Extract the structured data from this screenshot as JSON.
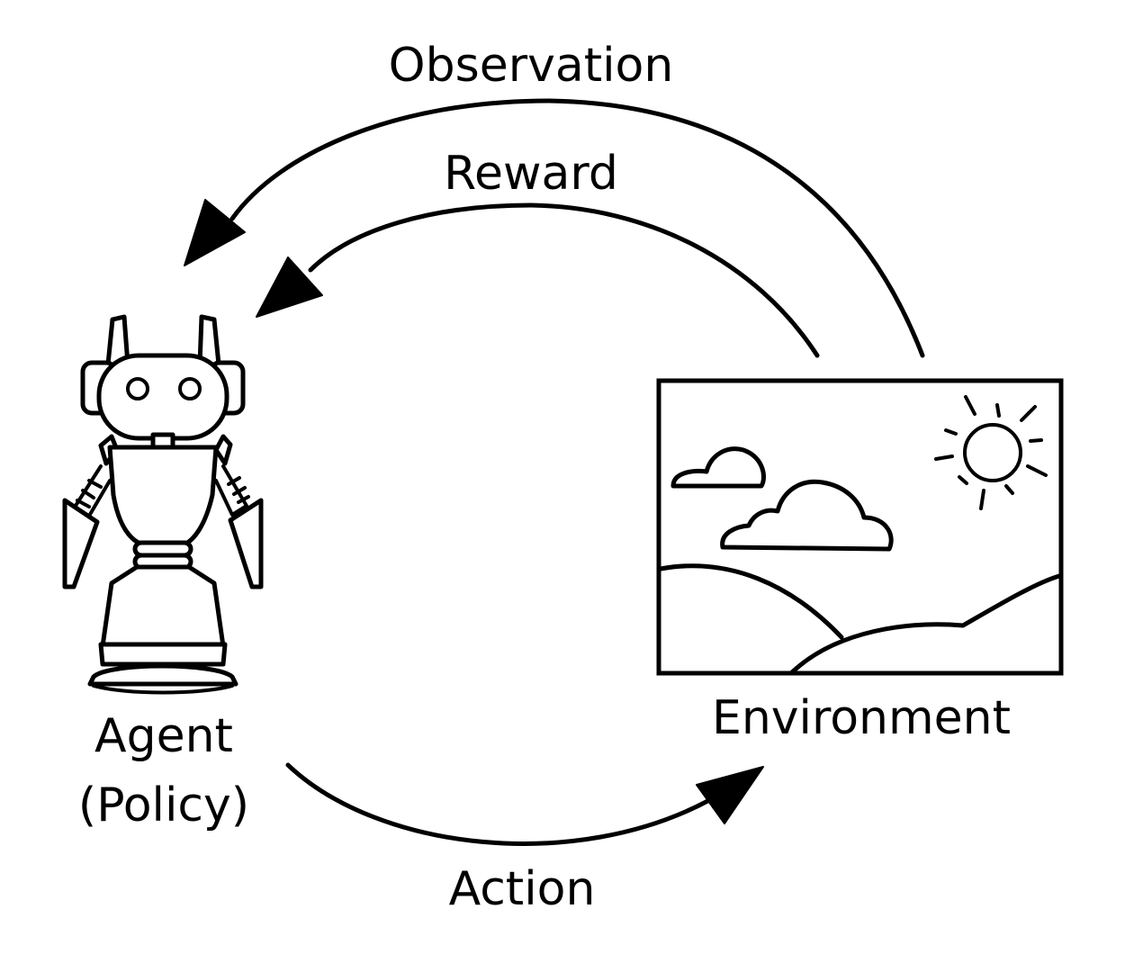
{
  "labels": {
    "observation": "Observation",
    "reward": "Reward",
    "action": "Action",
    "agent_line1": "Agent",
    "agent_line2": "(Policy)",
    "environment": "Environment"
  },
  "colors": {
    "ink": "#000000",
    "background": "#ffffff"
  },
  "icons": {
    "agent": "robot-icon",
    "environment": "landscape-icon",
    "sun": "sun-icon",
    "cloud": "cloud-icon"
  }
}
